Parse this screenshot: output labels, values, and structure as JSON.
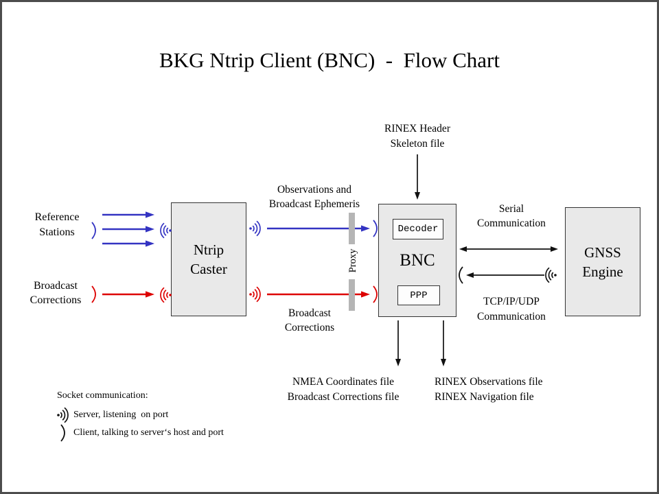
{
  "title": "BKG Ntrip Client (BNC)  -  Flow Chart",
  "colors": {
    "blue": "#3333c2",
    "red": "#dd0000",
    "black": "#111111",
    "box_fill": "#e9e9e9",
    "box_border": "#333333",
    "proxy_gray": "#b5b5b5"
  },
  "nodes": {
    "ntrip_caster": "Ntrip\nCaster",
    "bnc": "BNC",
    "decoder": "Decoder",
    "ppp": "PPP",
    "gnss_engine": "GNSS\nEngine"
  },
  "labels": {
    "reference_stations": "Reference\nStations",
    "broadcast_corrections_left": "Broadcast\nCorrections",
    "observations_ephemeris": "Observations and\nBroadcast Ephemeris",
    "broadcast_corrections_mid": "Broadcast\nCorrections",
    "rinex_header": "RINEX Header\nSkeleton file",
    "serial_communication": "Serial\nCommunication",
    "tcp_communication": "TCP/IP/UDP\nCommunication",
    "proxy": "Proxy",
    "nmea_files": "NMEA Coordinates file\nBroadcast Corrections file",
    "rinex_files": "RINEX Observations file\nRINEX Navigation file"
  },
  "legend": {
    "heading": "Socket communication:",
    "server": "Server, listening  on port",
    "client": "Client, talking to server‘s host and port"
  }
}
